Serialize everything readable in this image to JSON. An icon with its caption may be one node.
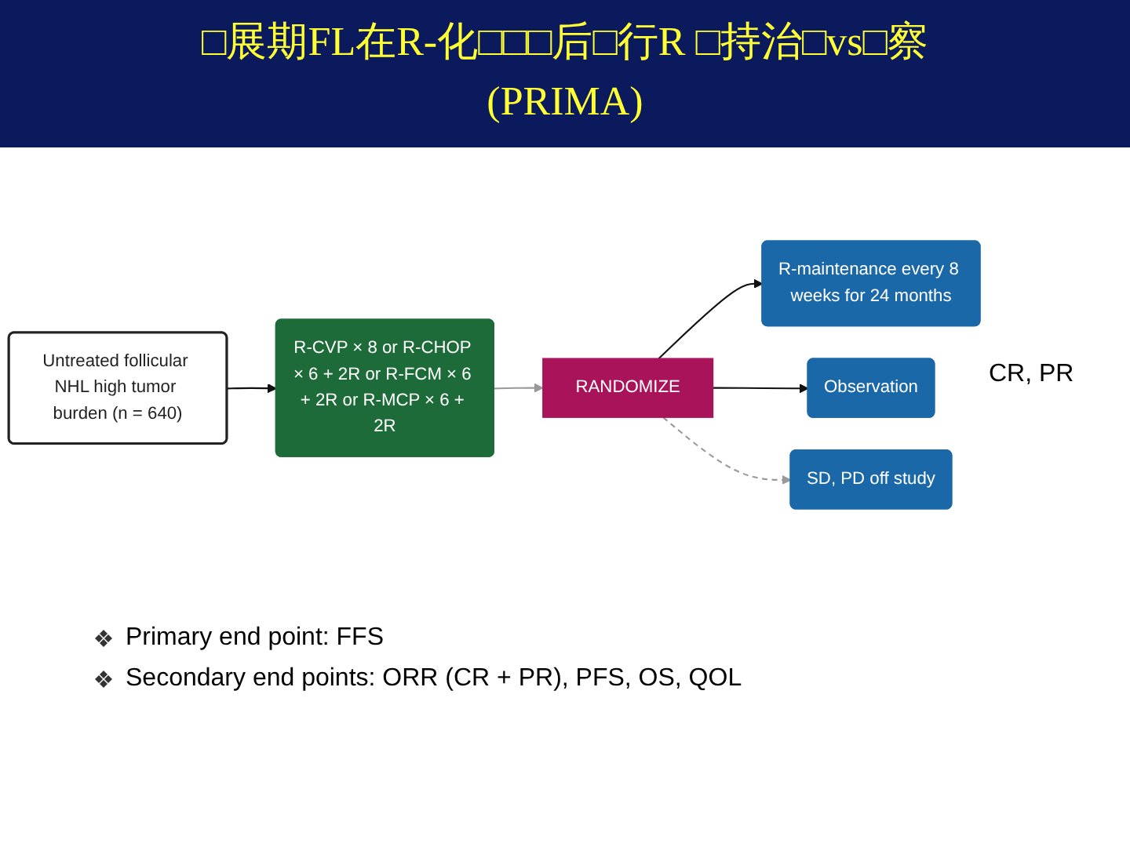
{
  "diagram": {
    "title": "□展期FL在R-化□□□后□行R □持治□vs□察(PRIMA)",
    "nodes": [
      {
        "text": [
          "Untreated follicular NHL high tumor burden (n = 640)"
        ]
      },
      {
        "text": [
          "R-CVP × 8 or R-CHOP × 6 + 2R or R-FCM × 6 + 2R or R-MCP × 6 + 2R"
        ]
      },
      {
        "text": [
          "RANDOMIZE"
        ]
      },
      {
        "text": [
          "R-maintenance every 8 weeks for 24 months"
        ]
      },
      {
        "text": [
          "Observation"
        ]
      },
      {
        "text": [
          "SD, PD off study"
        ]
      }
    ],
    "edges": [
      {
        "from": 0,
        "to": 1,
        "arrow": "to"
      },
      {
        "from": 1,
        "to": 2,
        "arrow": "to",
        "color": "#999999"
      },
      {
        "from": 2,
        "to": 3,
        "arrow": "to"
      },
      {
        "from": 2,
        "to": 4,
        "arrow": "to"
      },
      {
        "from": 2,
        "to": 5,
        "arrow": "to",
        "style": "dashed",
        "color": "#999999"
      }
    ],
    "labels": [
      "CR, PR",
      "Primary end point: FFS",
      "Secondary end points: ORR (CR + PR), PFS, OS, QOL"
    ]
  }
}
